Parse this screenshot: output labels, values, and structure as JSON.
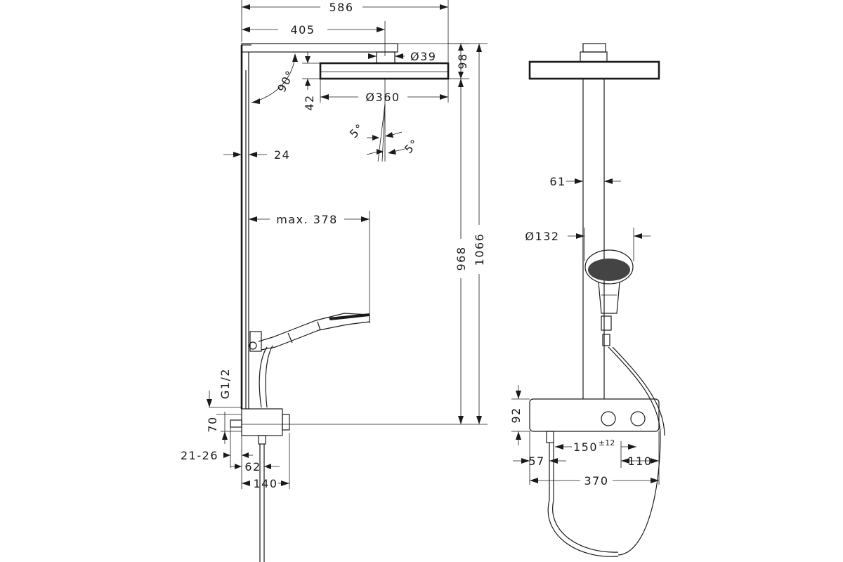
{
  "side_view": {
    "dim_total_width": "586",
    "dim_arm_length": "405",
    "dim_connector_diameter": "Ø39",
    "dim_head_thickness": "98",
    "dim_angle": "90°",
    "dim_head_height": "42",
    "dim_head_diameter": "Ø360",
    "dim_tilt_left": "5°",
    "dim_tilt_right": "5°",
    "dim_rail_width": "24",
    "dim_max_reach": "max. 378",
    "dim_height_968": "968",
    "dim_height_1066": "1066",
    "dim_thread": "G1/2",
    "dim_thermostat_height": "70",
    "dim_wall_distance": "21-26",
    "dim_depth_62": "62",
    "dim_depth_140": "140"
  },
  "front_view": {
    "dim_pipe_width": "61",
    "dim_handshower_diameter": "Ø132",
    "dim_thermostat_height": "92",
    "dim_offset_57": "57",
    "dim_centre_distance": "150",
    "dim_tolerance": "±12",
    "dim_side_110": "110",
    "dim_thermostat_width": "370"
  }
}
